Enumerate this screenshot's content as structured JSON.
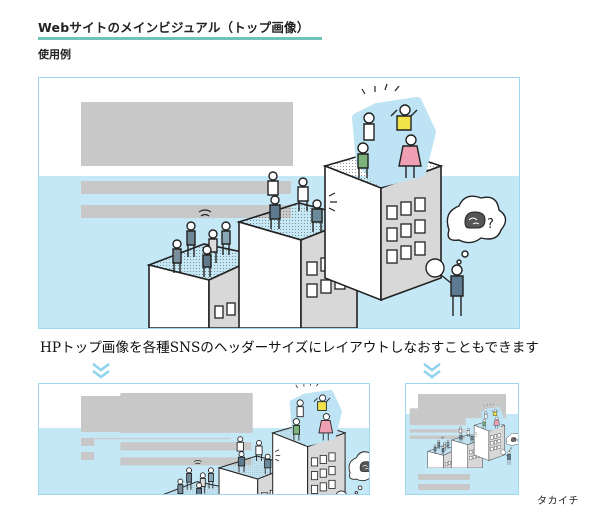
{
  "header": {
    "title": "Webサイトのメインビジュアル（トップ画像）",
    "subtitle": "使用例"
  },
  "caption": "HPトップ画像を各種SNSのヘッダーサイズにレイアウトしなおすこともできます",
  "illustration": {
    "sky_color": "#c5e8f7",
    "frame_color": "#9fd8ee",
    "placeholder_color": "#c8c8c8",
    "accent_color": "#6cc3b6",
    "thought_bubble_icon": "brain-icon",
    "thought_bubble_text": "?"
  },
  "arrows": {
    "color": "#8fd3ee",
    "icon": "double-chevron-down-icon"
  },
  "credit": "タカイチ"
}
